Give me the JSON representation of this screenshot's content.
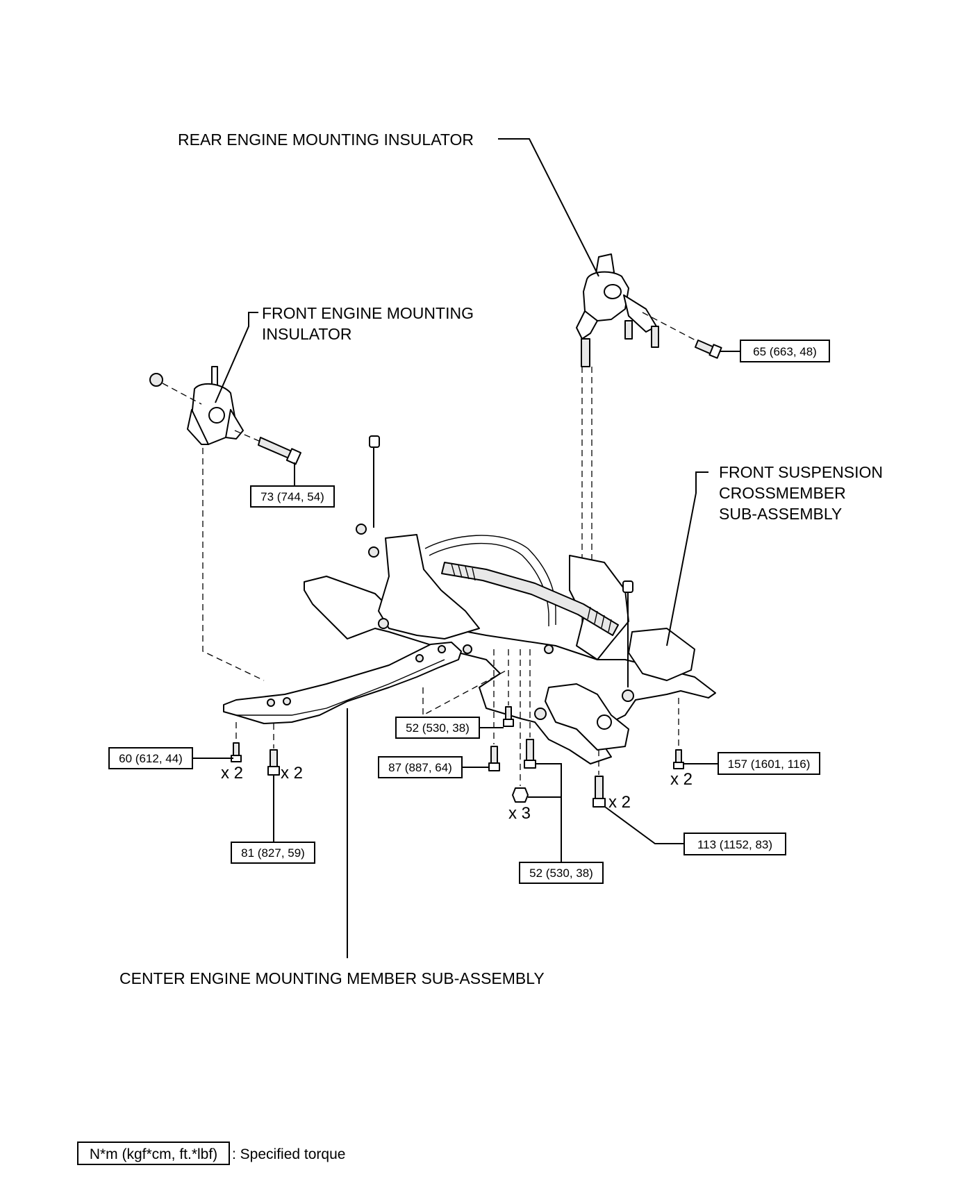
{
  "labels": {
    "rear_insulator": "REAR ENGINE MOUNTING INSULATOR",
    "front_insulator_line1": "FRONT ENGINE MOUNTING",
    "front_insulator_line2": "INSULATOR",
    "crossmember_line1": "FRONT SUSPENSION",
    "crossmember_line2": "CROSSMEMBER",
    "crossmember_line3": "SUB-ASSEMBLY",
    "center_member": "CENTER ENGINE MOUNTING MEMBER SUB-ASSEMBLY"
  },
  "torques": {
    "t65": "65 (663, 48)",
    "t73": "73 (744, 54)",
    "t60": "60 (612, 44)",
    "t81": "81 (827, 59)",
    "t52a": "52 (530, 38)",
    "t87": "87 (887, 64)",
    "t52b": "52 (530, 38)",
    "t157": "157 (1601, 116)",
    "t113": "113 (1152, 83)"
  },
  "quantities": {
    "q60": "x 2",
    "q81": "x 2",
    "q52": "x 3",
    "q113": "x 2",
    "q157": "x 2"
  },
  "legend": {
    "unit_box": "N*m (kgf*cm, ft.*lbf)",
    "text": ": Specified torque"
  }
}
